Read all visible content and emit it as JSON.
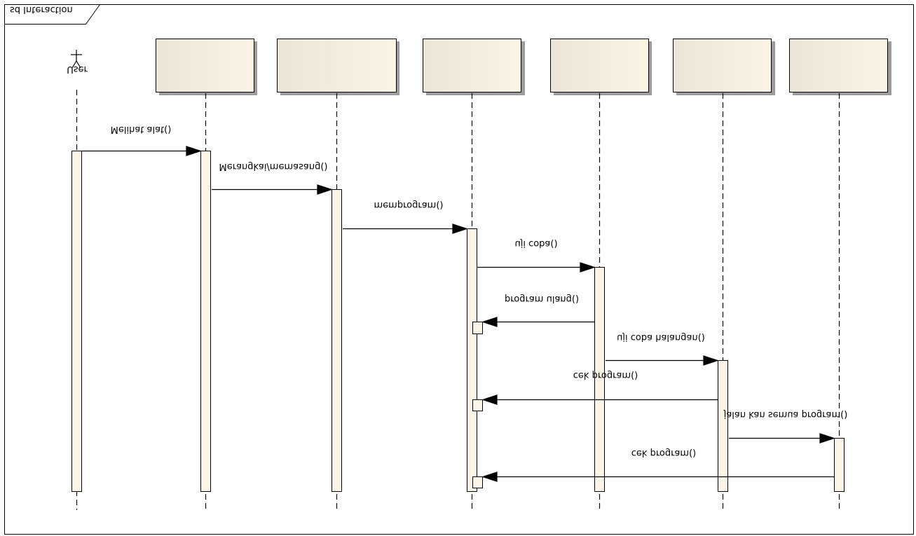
{
  "frame": {
    "label": "sd Interaction"
  },
  "colors": {
    "box_fill_start": "#ece4d6",
    "box_fill_end": "#fbf3e4",
    "activation_fill": "#fcf4e6",
    "line": "#000000",
    "shadow": "#9c9c9c"
  },
  "actor": {
    "name": "User",
    "icon": "stick-figure-icon"
  },
  "participants": [
    {
      "id": "p1",
      "name": ""
    },
    {
      "id": "p2",
      "name": ""
    },
    {
      "id": "p3",
      "name": ""
    },
    {
      "id": "p4",
      "name": ""
    },
    {
      "id": "p5",
      "name": ""
    },
    {
      "id": "p6",
      "name": ""
    }
  ],
  "messages": [
    {
      "id": "m1",
      "label": "Melihat alat()"
    },
    {
      "id": "m2",
      "label": "Merangkai/memasang()"
    },
    {
      "id": "m3",
      "label": "memprogram()"
    },
    {
      "id": "m4",
      "label": "uji coba()"
    },
    {
      "id": "m5",
      "label": "program ulang()"
    },
    {
      "id": "m6",
      "label": "uji coba halangan()"
    },
    {
      "id": "m7",
      "label": "cek program()"
    },
    {
      "id": "m8",
      "label": "jalan kan semua program()"
    },
    {
      "id": "m9",
      "label": "cek program()"
    }
  ]
}
